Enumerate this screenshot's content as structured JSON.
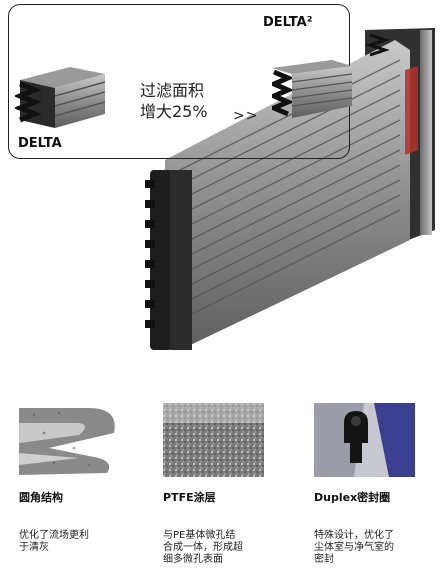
{
  "callout": {
    "label_small": "DELTA",
    "label_large": "DELTA²",
    "text_line1": "过滤面积",
    "text_line2": "增大25%",
    "arrow": ">>"
  },
  "features": [
    {
      "title": "圆角结构",
      "desc_line1": "优化了流场更利",
      "desc_line2": "于清灰"
    },
    {
      "title": "PTFE涂层",
      "desc_line1": "与PE基体微孔结",
      "desc_line2": "合成一体，形成超",
      "desc_line3": "细多微孔表面"
    },
    {
      "title": "Duplex密封圈",
      "desc_line1": "特殊设计，优化了",
      "desc_line2": "尘体室与净气室的",
      "desc_line3": "密封"
    }
  ],
  "colors": {
    "frame": "#2a2a2a",
    "pleat": "#9a9a9a",
    "seal_blue": "#3b3f8f",
    "accent_red": "#b2332a"
  }
}
